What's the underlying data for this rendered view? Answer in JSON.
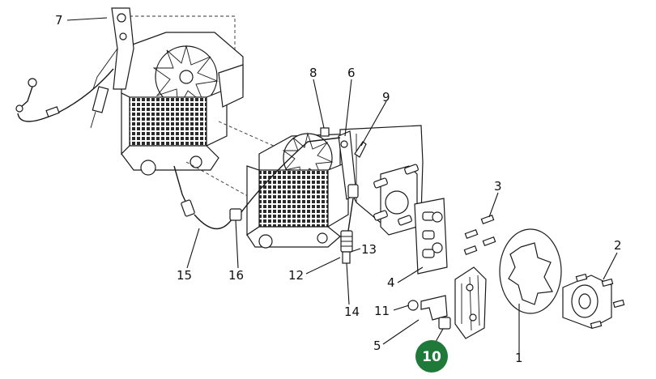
{
  "callouts": [
    {
      "id": "1",
      "label": "1",
      "highlight": false
    },
    {
      "id": "2",
      "label": "2",
      "highlight": false
    },
    {
      "id": "3",
      "label": "3",
      "highlight": false
    },
    {
      "id": "4",
      "label": "4",
      "highlight": false
    },
    {
      "id": "5",
      "label": "5",
      "highlight": false
    },
    {
      "id": "6",
      "label": "6",
      "highlight": false
    },
    {
      "id": "7",
      "label": "7",
      "highlight": false
    },
    {
      "id": "8",
      "label": "8",
      "highlight": false
    },
    {
      "id": "9",
      "label": "9",
      "highlight": false
    },
    {
      "id": "10",
      "label": "10",
      "highlight": true
    },
    {
      "id": "11",
      "label": "11",
      "highlight": false
    },
    {
      "id": "12",
      "label": "12",
      "highlight": false
    },
    {
      "id": "13",
      "label": "13",
      "highlight": false
    },
    {
      "id": "14",
      "label": "14",
      "highlight": false
    },
    {
      "id": "15",
      "label": "15",
      "highlight": false
    },
    {
      "id": "16",
      "label": "16",
      "highlight": false
    }
  ],
  "colors": {
    "highlight_fill": "#1f7a3a",
    "highlight_text": "#ffffff",
    "line": "#1a1a1a",
    "background": "#ffffff"
  }
}
